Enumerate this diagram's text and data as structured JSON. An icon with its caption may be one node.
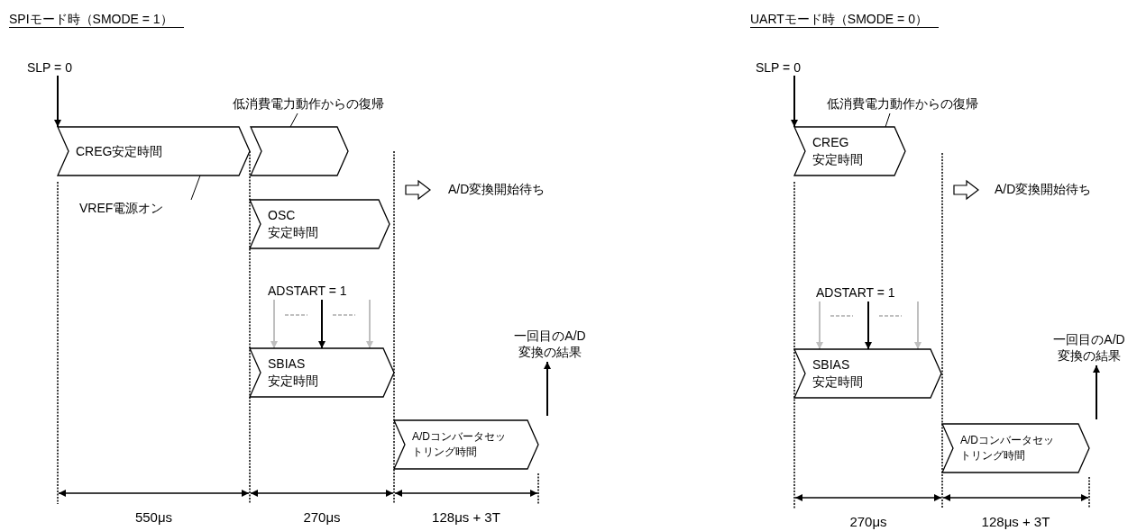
{
  "diagram": {
    "nodes": [
      {
        "text": [
          "SLP = 0"
        ]
      },
      {
        "text": [
          "低消費電力動作からの復帰"
        ]
      },
      {
        "text": [
          "CREG安定時間"
        ]
      },
      {
        "text": [],
        "shape": "chevron"
      },
      {
        "text": [
          "VREF電源オン"
        ]
      },
      {
        "text": [
          "OSC 安定時間"
        ]
      },
      {
        "text": [
          "ADSTART = 1"
        ]
      },
      {
        "text": [
          "SBIAS 安定時間"
        ]
      },
      {
        "text": [
          "一回目のA/D変換の結果"
        ]
      },
      {
        "text": [
          "A/Dコンバータセットリング時間"
        ]
      },
      {
        "text": [
          "SLP = 0"
        ]
      },
      {
        "text": [
          "低消費電力動作からの復帰"
        ]
      },
      {
        "text": [
          "CREG 安定時間"
        ]
      },
      {
        "text": [
          "ADSTART = 1"
        ]
      },
      {
        "text": [
          "SBIAS 安定時間"
        ]
      },
      {
        "text": [
          "一回目のA/D変換の結果"
        ]
      },
      {
        "text": [
          "A/Dコンバータセットリング時間"
        ]
      }
    ],
    "edges": [
      {
        "from": 0,
        "to": 2,
        "arrow": "to"
      },
      {
        "from": 1,
        "to": 3,
        "arrow": "none"
      },
      {
        "from": 4,
        "to": 2,
        "arrow": "none"
      },
      {
        "from": 6,
        "to": 7,
        "arrow": "to",
        "color": "#bfbfbf"
      },
      {
        "from": 6,
        "to": 7,
        "arrow": "to"
      },
      {
        "from": 6,
        "to": 7,
        "arrow": "to",
        "color": "#bfbfbf"
      },
      {
        "from": null,
        "to": 8,
        "arrow": "to"
      },
      {
        "from": 10,
        "to": 12,
        "arrow": "to"
      },
      {
        "from": 11,
        "to": 12,
        "arrow": "none"
      },
      {
        "from": 13,
        "to": 14,
        "arrow": "to",
        "color": "#bfbfbf"
      },
      {
        "from": 13,
        "to": 14,
        "arrow": "to"
      },
      {
        "from": 13,
        "to": 14,
        "arrow": "to",
        "color": "#bfbfbf"
      },
      {
        "from": null,
        "to": 15,
        "arrow": "to"
      }
    ],
    "labels": [
      "SPIモード時（SMODE = 1）",
      "A/D変換開始待ち",
      "550μs",
      "270μs",
      "128μs + 3T",
      "UARTモード時（SMODE = 0）",
      "A/D変換開始待ち",
      "270μs",
      "128μs + 3T"
    ]
  }
}
